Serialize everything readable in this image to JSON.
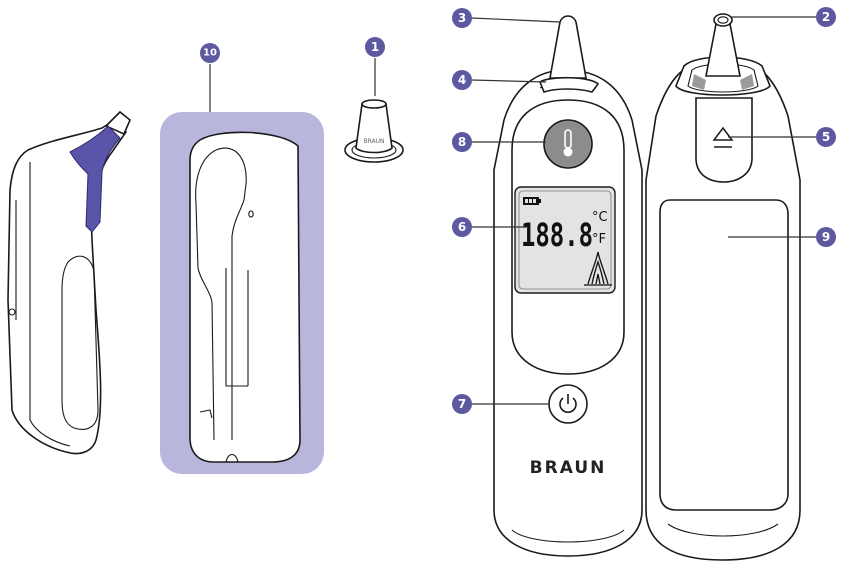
{
  "colors": {
    "callout": "#5c59a0",
    "accent_blue": "#5a55a8",
    "case_fill": "#b8b6dc",
    "lens_gray": "#8c8c8c",
    "display_fill": "#e3e3e3"
  },
  "callouts": {
    "c1": "1",
    "c2": "2",
    "c3": "3",
    "c4": "4",
    "c5": "5",
    "c6": "6",
    "c7": "7",
    "c8": "8",
    "c9": "9",
    "c10": "10"
  },
  "display": {
    "reading": "188.8",
    "unit_celsius": "°C",
    "unit_fahrenheit": "°F"
  },
  "brand": {
    "device_logo": "BRAUN",
    "cap_logo": "BRAUN"
  },
  "icons": {
    "thermometer": "thermometer-icon",
    "power": "power-icon",
    "eject": "eject-icon",
    "battery": "battery-icon",
    "fever": "fever-guidance-icon"
  }
}
